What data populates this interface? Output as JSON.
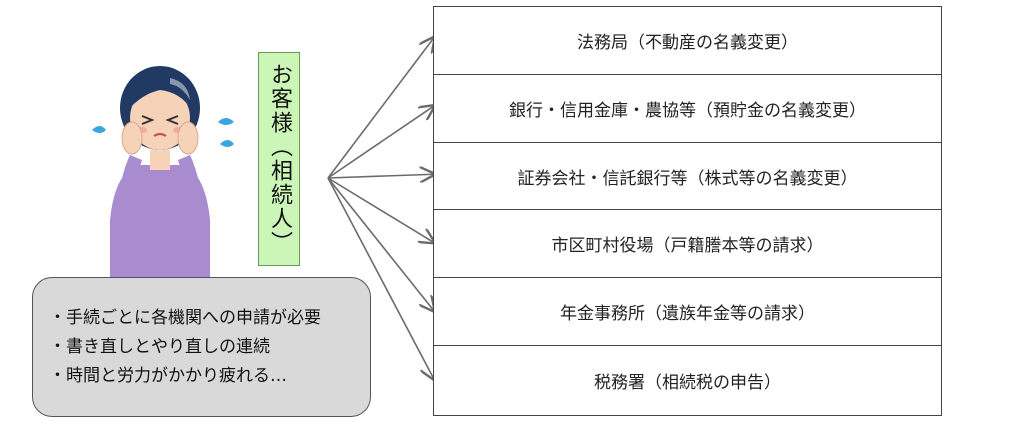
{
  "customer": {
    "label": "お客様（相続人）"
  },
  "agencies": [
    {
      "label": "法務局（不動産の名義変更）"
    },
    {
      "label": "銀行・信用金庫・農協等（預貯金の名義変更）"
    },
    {
      "label": "証券会社・信託銀行等（株式等の名義変更）"
    },
    {
      "label": "市区町村役場（戸籍謄本等の請求）"
    },
    {
      "label": "年金事務所（遺族年金等の請求）"
    },
    {
      "label": "税務署（相続税の申告）"
    }
  ],
  "notes": [
    {
      "text": "・手続ごとに各機関への申請が必要"
    },
    {
      "text": "・書き直しとやり直しの連続"
    },
    {
      "text": "・時間と労力がかかり疲れる…"
    }
  ],
  "colors": {
    "customer_fill": "#ccf5b8",
    "note_fill": "#d9d9d9",
    "sweater": "#a98bd0",
    "hair": "#213a63",
    "tears": "#3aa6e0",
    "arrow": "#6b6b6b"
  }
}
